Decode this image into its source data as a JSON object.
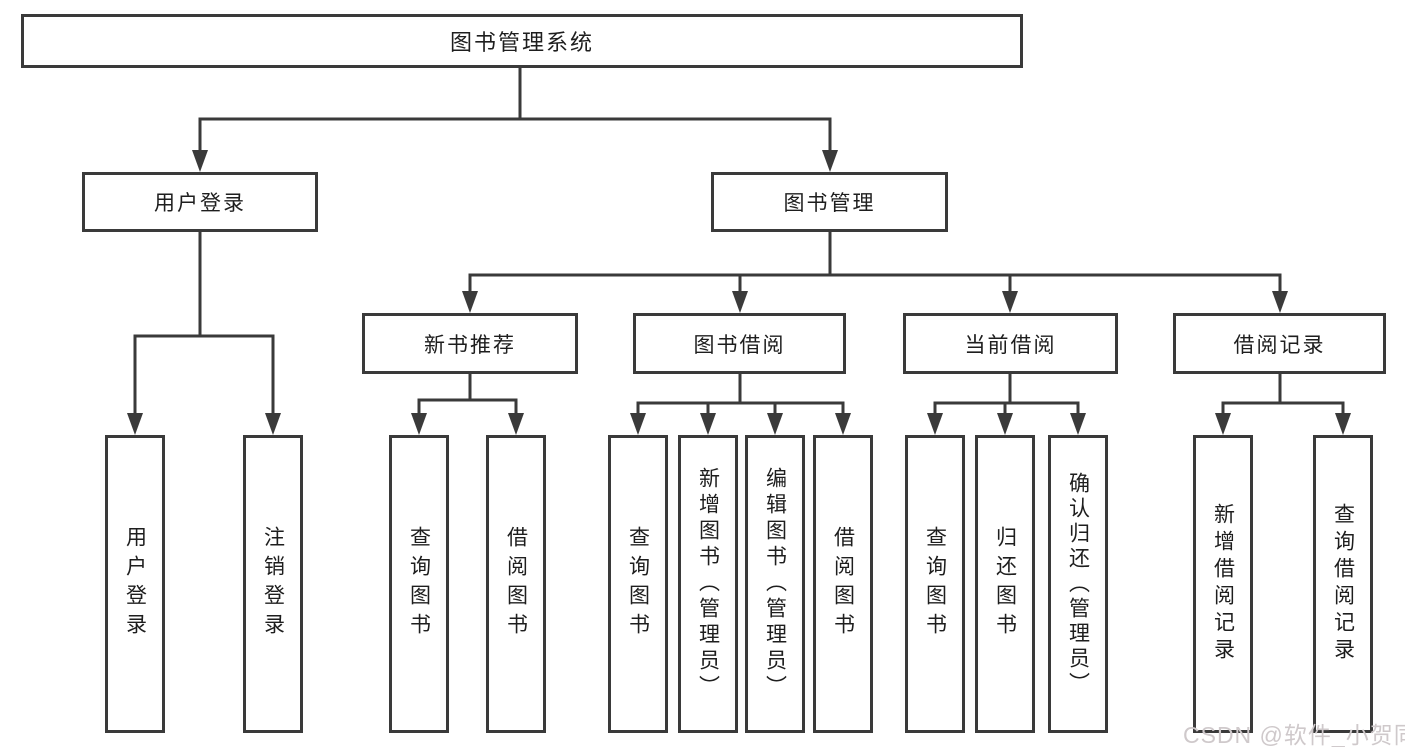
{
  "tree": {
    "root": {
      "label": "图书管理系统"
    },
    "level2": [
      {
        "label": "用户登录"
      },
      {
        "label": "图书管理"
      }
    ],
    "level3": [
      {
        "label": "新书推荐"
      },
      {
        "label": "图书借阅"
      },
      {
        "label": "当前借阅"
      },
      {
        "label": "借阅记录"
      }
    ],
    "leaves": [
      {
        "label": "用户登录"
      },
      {
        "label": "注销登录"
      },
      {
        "label": "查询图书"
      },
      {
        "label": "借阅图书"
      },
      {
        "label": "查询图书"
      },
      {
        "label": "新增图书（管理员）"
      },
      {
        "label": "编辑图书（管理员）"
      },
      {
        "label": "借阅图书"
      },
      {
        "label": "查询图书"
      },
      {
        "label": "归还图书"
      },
      {
        "label": "确认归还（管理员）"
      },
      {
        "label": "新增借阅记录"
      },
      {
        "label": "查询借阅记录"
      }
    ]
  },
  "watermark": "CSDN @软件_小贺同学",
  "colors": {
    "line": "#3a3a3a",
    "text": "#1e1e1e",
    "watermark": "#cfc9cb",
    "bg": "#ffffff"
  }
}
